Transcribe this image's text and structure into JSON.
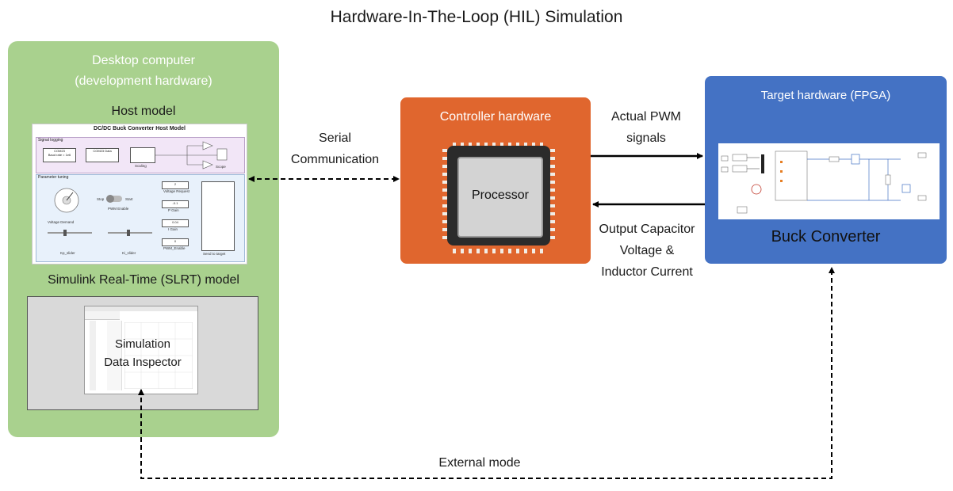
{
  "title": "Hardware-In-The-Loop (HIL) Simulation",
  "desktop": {
    "title_line1": "Desktop computer",
    "title_line2": "(development hardware)",
    "host_model_label": "Host model",
    "host_model_screenshot": {
      "heading": "DC/DC Buck Converter Host Model",
      "signal_logging_label": "Signal logging",
      "parameter_tuning_label": "Parameter tuning",
      "blocks": [
        "COM23",
        "Baud rate = 1e6",
        "COM23",
        "Data",
        "Scaling",
        "Scope"
      ],
      "controls": [
        "Voltage Demand",
        "Stop",
        "Start",
        "PWM Enable",
        "Voltage Request",
        "P Gain",
        "I Gain",
        "PWM_Enable",
        "Kp_slider",
        "Ki_slider",
        "Send to target"
      ],
      "values": [
        "2",
        "-0.1",
        "0.04",
        "0"
      ]
    },
    "slrt_label": "Simulink Real-Time (SLRT) model",
    "sdi_line1": "Simulation",
    "sdi_line2": "Data Inspector"
  },
  "controller": {
    "title": "Controller hardware",
    "processor_label": "Processor"
  },
  "target": {
    "title": "Target hardware (FPGA)",
    "buck_label": "Buck Converter"
  },
  "links": {
    "serial_line1": "Serial",
    "serial_line2": "Communication",
    "pwm_line1": "Actual PWM",
    "pwm_line2": "signals",
    "output_line1": "Output Capacitor",
    "output_line2": "Voltage &",
    "output_line3": "Inductor Current",
    "external_mode": "External mode"
  },
  "colors": {
    "desktop": "#a9d18e",
    "controller": "#e0662e",
    "target": "#4472c4"
  }
}
